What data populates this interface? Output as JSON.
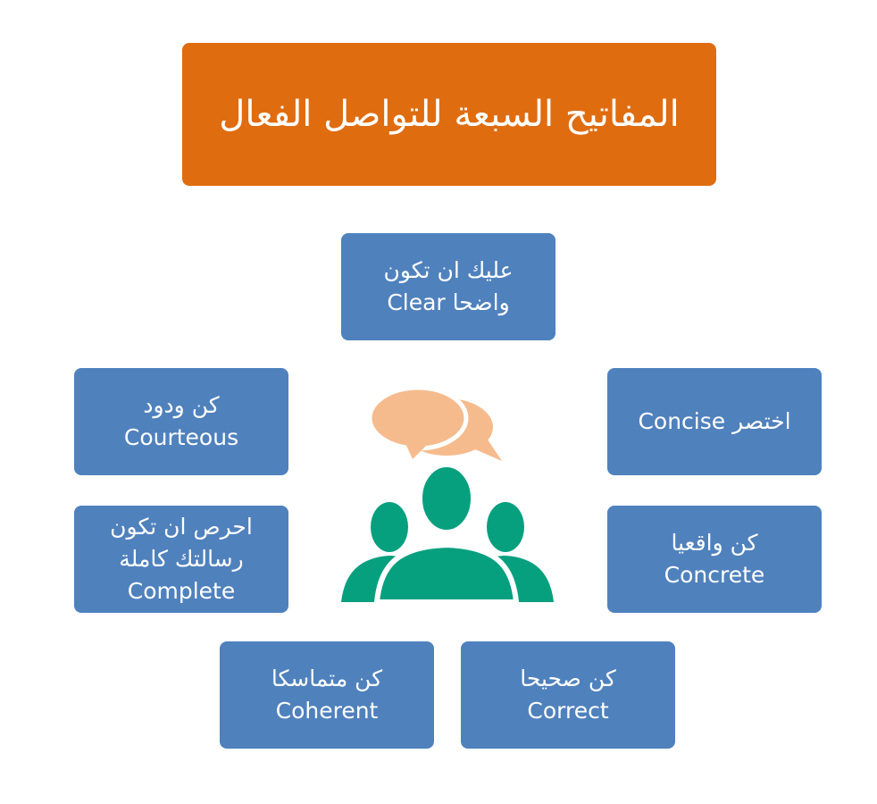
{
  "colors": {
    "title_bg": "#e06c10",
    "box_bg": "#4f81bd",
    "people": "#06a07f",
    "bubble": "#f6bb8d",
    "text": "#ffffff"
  },
  "title": "المفاتيح السبعة للتواصل الفعال",
  "keys": {
    "clear": {
      "line1": "عليك ان تكون",
      "line2": "واضحا Clear"
    },
    "courteous": {
      "line1": "كن ودود",
      "line2": "Courteous"
    },
    "concise": {
      "line1": "اختصر Concise"
    },
    "complete": {
      "line1": "احرص ان تكون",
      "line2": "رسالتك كاملة",
      "line3": "Complete"
    },
    "concrete": {
      "line1": "كن واقعيا",
      "line2": "Concrete"
    },
    "coherent": {
      "line1": "كن متماسكا",
      "line2": "Coherent"
    },
    "correct": {
      "line1": "كن صحيحا",
      "line2": "Correct"
    }
  },
  "icon": "people-talking-icon"
}
